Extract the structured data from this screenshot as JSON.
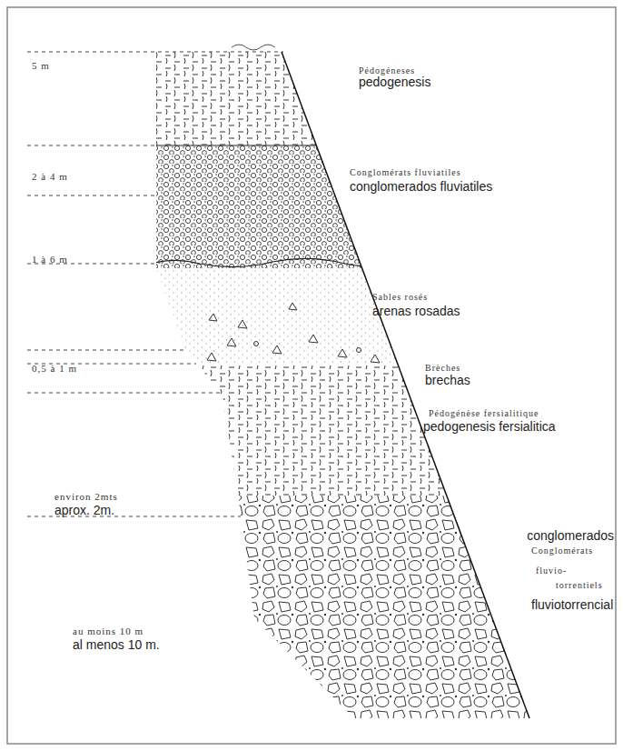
{
  "diagram": {
    "labels": [
      "5 m",
      "Pédogéneses",
      "pedogenesis",
      "2 à 4 m",
      "Conglomérats fluviatiles",
      "conglomerados fluviatiles",
      "1 à 6 m",
      "Sables rosés",
      "arenas rosadas",
      "0,5 à 1 m",
      "Brèches",
      "brechas",
      "Pédogénèse fersialitique",
      "pedogenesis fersialitica",
      "environ 2mts",
      "aprox. 2m.",
      "conglomerados",
      "Conglomérats",
      "fluvio-",
      "torrentiels",
      "fluviotorrencial",
      "au moins 10 m",
      "al menos 10 m."
    ]
  }
}
